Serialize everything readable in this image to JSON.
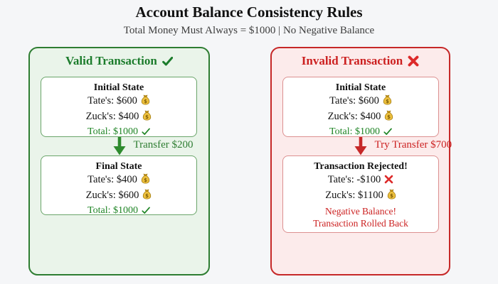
{
  "header": {
    "title": "Account Balance Consistency Rules",
    "subtitle": "Total Money Must Always = $1000 | No Negative Balance"
  },
  "valid_panel": {
    "heading": "Valid Transaction",
    "initial_state": {
      "title": "Initial State",
      "tate_balance": "Tate's: $600",
      "zuck_balance": "Zuck's: $400",
      "total": "Total: $1000"
    },
    "transfer_label": "Transfer $200",
    "final_state": {
      "title": "Final State",
      "tate_balance": "Tate's: $400",
      "zuck_balance": "Zuck's: $600",
      "total": "Total: $1000"
    }
  },
  "invalid_panel": {
    "heading": "Invalid Transaction",
    "initial_state": {
      "title": "Initial State",
      "tate_balance": "Tate's: $600",
      "zuck_balance": "Zuck's: $400",
      "total": "Total: $1000"
    },
    "transfer_label": "Try Transfer $700",
    "rejected_state": {
      "title": "Transaction Rejected!",
      "tate_balance": "Tate's: -$100",
      "zuck_balance": "Zuck's: $1100",
      "error_line1": "Negative Balance!",
      "error_line2": "Transaction Rolled Back"
    }
  },
  "icons": {
    "check": "check-icon",
    "cross": "cross-icon",
    "money_bag": "money-bag-icon",
    "arrow_down": "arrow-down-icon"
  },
  "colors": {
    "page_background": "#f5f6f8",
    "valid_border": "#2e7d32",
    "valid_background": "#eaf4ea",
    "valid_text": "#1c7c2c",
    "invalid_border": "#c62828",
    "invalid_background": "#fcebeb",
    "invalid_text": "#cc2222",
    "total_green": "#1e8424",
    "money_bag_gold": "#eec13f",
    "cross_red": "#dd2a2a"
  }
}
